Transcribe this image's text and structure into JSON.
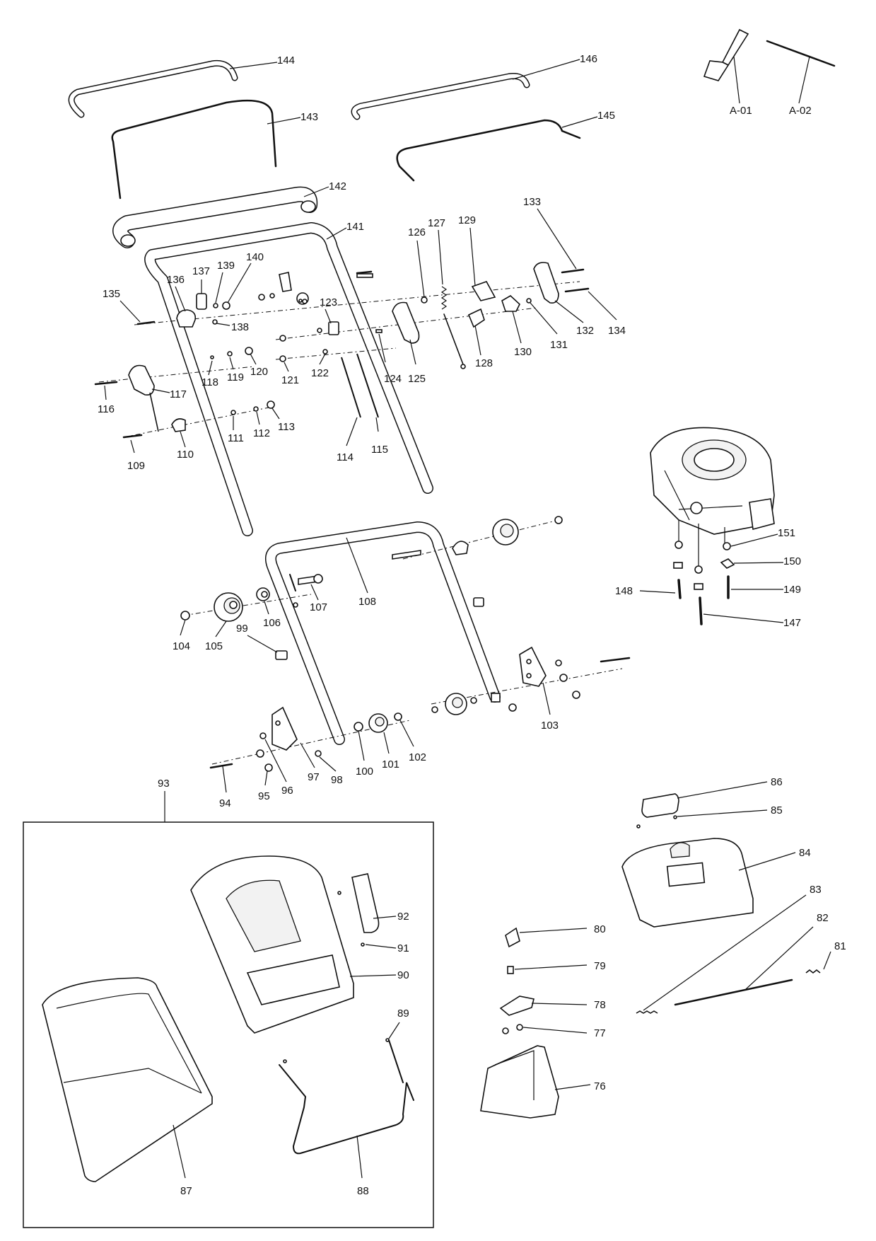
{
  "diagram": {
    "labels": {
      "A01": "A-01",
      "A02": "A-02",
      "p76": "76",
      "p77": "77",
      "p78": "78",
      "p79": "79",
      "p80": "80",
      "p81": "81",
      "p82": "82",
      "p83": "83",
      "p84": "84",
      "p85": "85",
      "p86": "86",
      "p87": "87",
      "p88": "88",
      "p89": "89",
      "p90": "90",
      "p91": "91",
      "p92": "92",
      "p93": "93",
      "p94": "94",
      "p95": "95",
      "p96": "96",
      "p97": "97",
      "p98": "98",
      "p99": "99",
      "p100": "100",
      "p101": "101",
      "p102": "102",
      "p103": "103",
      "p104": "104",
      "p105": "105",
      "p106": "106",
      "p107": "107",
      "p108": "108",
      "p109": "109",
      "p110": "110",
      "p111": "111",
      "p112": "112",
      "p113": "113",
      "p114": "114",
      "p115": "115",
      "p116": "116",
      "p117": "117",
      "p118": "118",
      "p119": "119",
      "p120": "120",
      "p121": "121",
      "p122": "122",
      "p123": "123",
      "p124": "124",
      "p125": "125",
      "p126": "126",
      "p127": "127",
      "p128": "128",
      "p129": "129",
      "p130": "130",
      "p131": "131",
      "p132": "132",
      "p133": "133",
      "p134": "134",
      "p135": "135",
      "p136": "136",
      "p137": "137",
      "p138": "138",
      "p139": "139",
      "p140": "140",
      "p141": "141",
      "p142": "142",
      "p143": "143",
      "p144": "144",
      "p145": "145",
      "p146": "146",
      "p147": "147",
      "p148": "148",
      "p149": "149",
      "p150": "150",
      "p151": "151"
    }
  }
}
